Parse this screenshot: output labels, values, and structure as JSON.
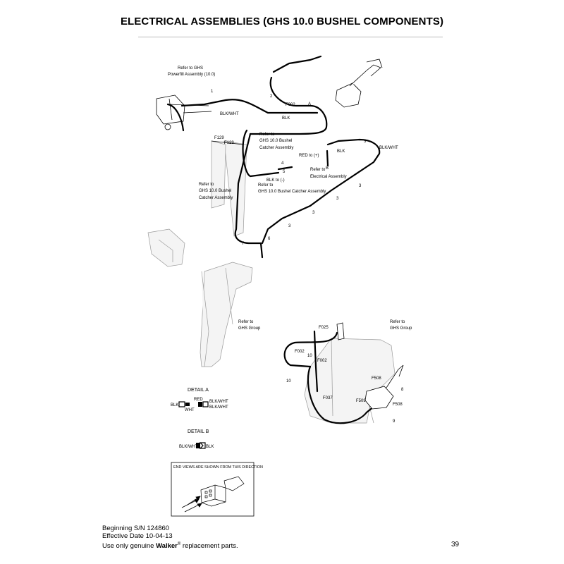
{
  "page": {
    "title": "ELECTRICAL ASSEMBLIES (GHS 10.0 BUSHEL COMPONENTS)",
    "page_number": "39"
  },
  "footer": {
    "line1": "Beginning S/N 124860",
    "line2": "Effective Date 10-04-13",
    "line3_prefix": "Use only genuine ",
    "line3_brand": "Walker",
    "line3_reg": "®",
    "line3_suffix": " replacement parts."
  },
  "upper_diagram": {
    "refer_powerfill": [
      "Refer to GHS",
      "Powerfill Assembly (10.0)"
    ],
    "refer_catcher_1": [
      "Refer to",
      "GHS 10.0 Bushel",
      "Catcher Assembly"
    ],
    "refer_catcher_2": [
      "Refer to",
      "GHS 10.0 Bushel",
      "Catcher Assembly"
    ],
    "refer_catcher_3": [
      "Refer to",
      "GHS 10.0 Bushel Catcher Assembly"
    ],
    "refer_electrical": [
      "Refer to",
      "Electrical Assembly"
    ],
    "refer_ghs_group": [
      "Refer to",
      "GHS Group"
    ],
    "wire_labels": {
      "blk_wht_1": "BLK/WHT",
      "blk_1": "BLK",
      "blk_2": "BLK",
      "blk_wht_2": "BLK/WHT",
      "red_pos": "RED to (+)",
      "blk_neg": "BLK to (-)"
    },
    "callouts": {
      "f002": "F002",
      "f129_a": "F129",
      "f129_b": "F129",
      "n1": "1",
      "n2": "2",
      "n3a": "3",
      "n3b": "3",
      "n3c": "3",
      "n3d": "3",
      "n3e": "3",
      "n4": "4",
      "n5": "5",
      "n6": "6",
      "n7": "7",
      "conn_a": "A",
      "conn_b": "B"
    }
  },
  "lower_diagram": {
    "refer_ghs_group": [
      "Refer to",
      "GHS Group"
    ],
    "callouts": {
      "f025": "F025",
      "f002_a": "F002",
      "f002_b": "F002",
      "f037": "F037",
      "f508_a": "F508",
      "f508_b": "F508",
      "f509": "F509",
      "n10_a": "10",
      "n10_b": "10",
      "n8": "8",
      "n9": "9"
    }
  },
  "detail_a": {
    "title": "DETAIL A",
    "blk": "BLK",
    "red": "RED",
    "wht": "WHT",
    "blk_wht_1": "BLK/WHT",
    "blk_wht_2": "BLK/WHT"
  },
  "detail_b": {
    "title": "DETAIL B",
    "left": "BLK/WHT",
    "right": "BLK"
  },
  "end_view_box": {
    "caption": "END VIEWS ARE SHOWN FROM THIS DIRECTION"
  },
  "colors": {
    "line": "#000000",
    "part_fill": "#f4f4f4",
    "part_stroke": "#9a9a9a",
    "rule": "#bbbbbb"
  }
}
